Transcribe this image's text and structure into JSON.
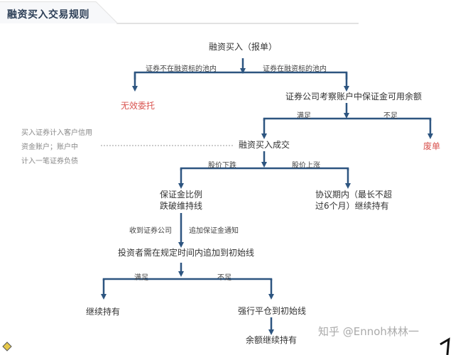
{
  "header": {
    "title": "融资买入交易规则"
  },
  "nodes": {
    "start": "融资买入（报单）",
    "invalid": "无效委托",
    "check_margin": "证券公司考察账户中保证金可用余额",
    "success": "融资买入成交",
    "rejected": "废单",
    "below_line_1": "保证金比例",
    "below_line_2": "跌破维持线",
    "hold_agreement_1": "协议期内（最长不超",
    "hold_agreement_2": "过6个月）继续持有",
    "top_up": "投资者需在规定时间内追加到初始线",
    "keep_holding": "继续持有",
    "force_close": "强行平仓到初始线",
    "remainder_hold": "余额继续持有"
  },
  "edge_labels": {
    "not_in_pool": "证券不在融资标的池内",
    "in_pool": "证券在融资标的池内",
    "sufficient_1": "满足",
    "insufficient_1": "不足",
    "price_down": "股价下跌",
    "price_up": "股价上涨",
    "notice_left": "收到证券公司",
    "notice_right": "追加保证金通知",
    "sufficient_2": "满足",
    "insufficient_2": "不足"
  },
  "note": {
    "line1": "买入证券计入客户信用",
    "line2": "资金账户；账户中",
    "line3": "计入一笔证券负债"
  },
  "watermark": "知乎 @Ennoh林林一",
  "colors": {
    "arrow": "#2d5580",
    "negative": "#d9534f",
    "title": "#2c3e56"
  }
}
